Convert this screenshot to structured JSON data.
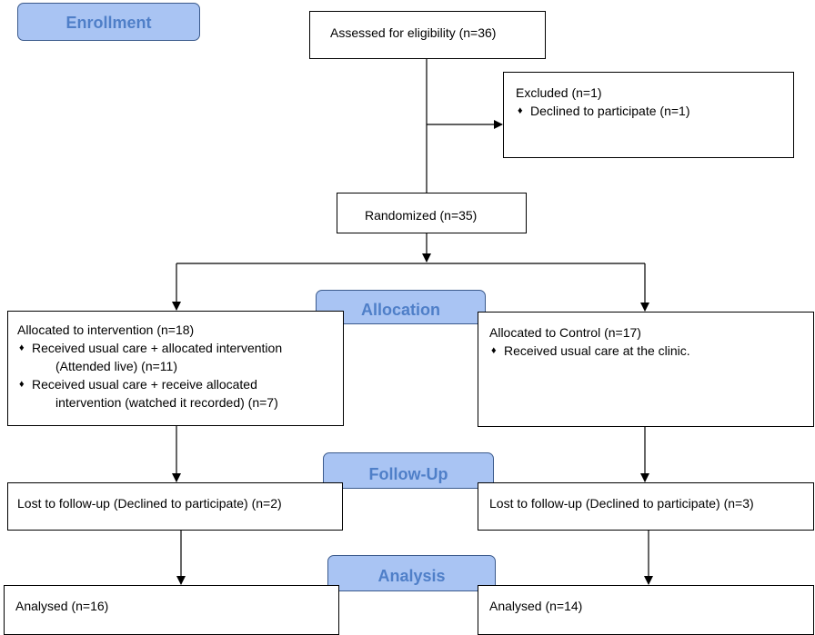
{
  "stages": {
    "enrollment": "Enrollment",
    "allocation": "Allocation",
    "follow_up": "Follow-Up",
    "analysis": "Analysis"
  },
  "assessed": "Assessed for eligibility (n=36)",
  "excluded": {
    "title": "Excluded  (n=1)",
    "bullet": "♦",
    "items": [
      "Declined to participate (n=1)"
    ]
  },
  "randomized": "Randomized (n=35)",
  "intervention": {
    "title": "Allocated to intervention (n=18)",
    "bullet": "♦",
    "item1_line1": "Received usual care + allocated intervention",
    "item1_line2": "(Attended live) (n=11)",
    "item2_line1": "Received usual care + receive allocated",
    "item2_line2": "intervention (watched it recorded) (n=7)"
  },
  "control": {
    "title": "Allocated to Control (n=17)",
    "bullet": "♦",
    "item1": "Received usual care at the clinic."
  },
  "followup_left": "Lost to follow-up (Declined to participate) (n=2)",
  "followup_right": "Lost to follow-up (Declined to participate) (n=3)",
  "analysed_left": "Analysed  (n=16)",
  "analysed_right": "Analysed  (n=14)"
}
